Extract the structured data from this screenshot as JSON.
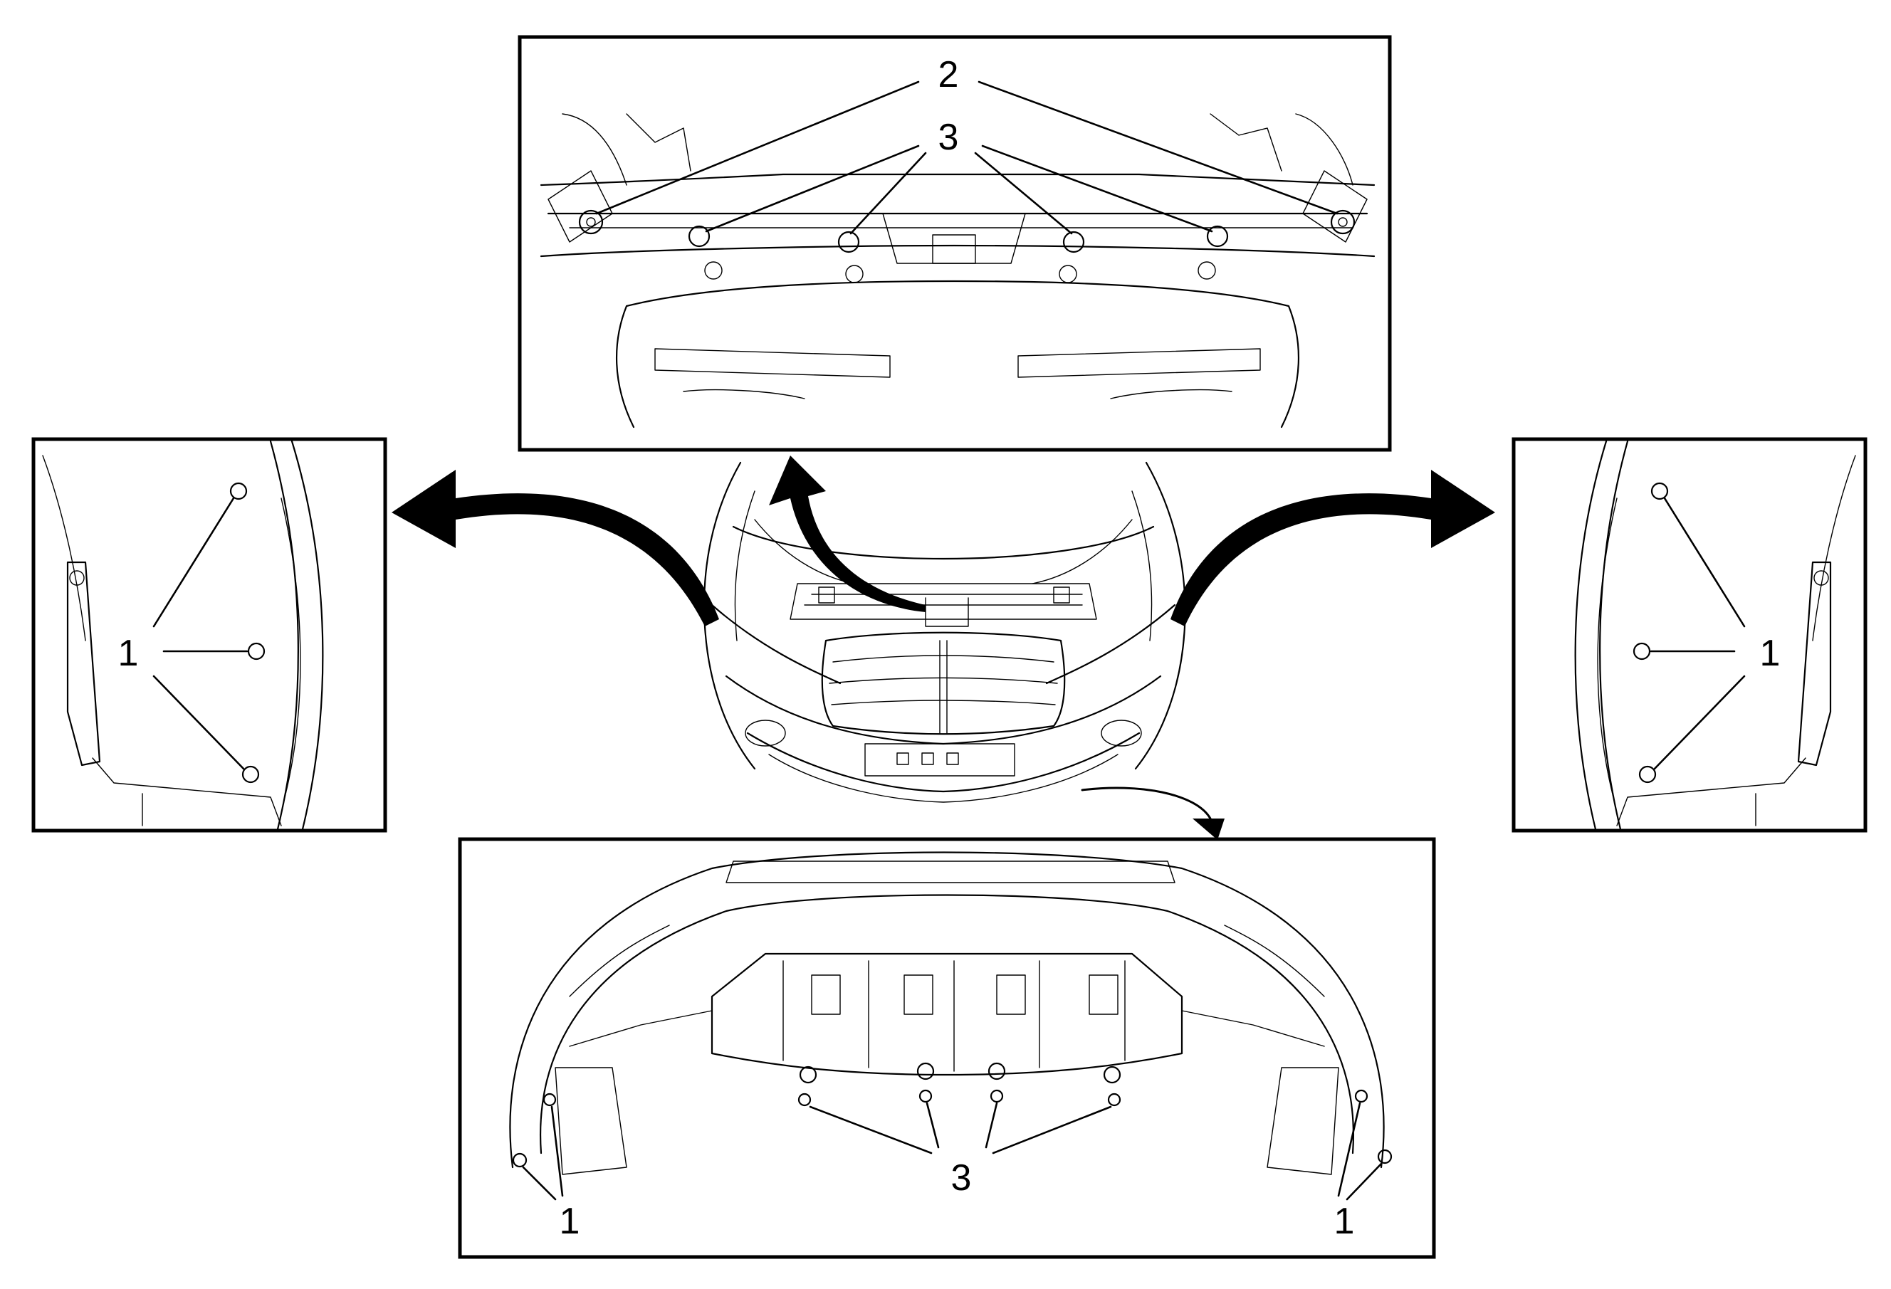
{
  "callouts": {
    "top_fastener_label": "2",
    "top_retainer_label": "3",
    "left_fastener_label": "1",
    "right_fastener_label": "1",
    "bottom_retainer_label": "3",
    "bottom_left_fastener_label": "1",
    "bottom_right_fastener_label": "1"
  },
  "colors": {
    "line": "#000000",
    "background": "#ffffff"
  }
}
